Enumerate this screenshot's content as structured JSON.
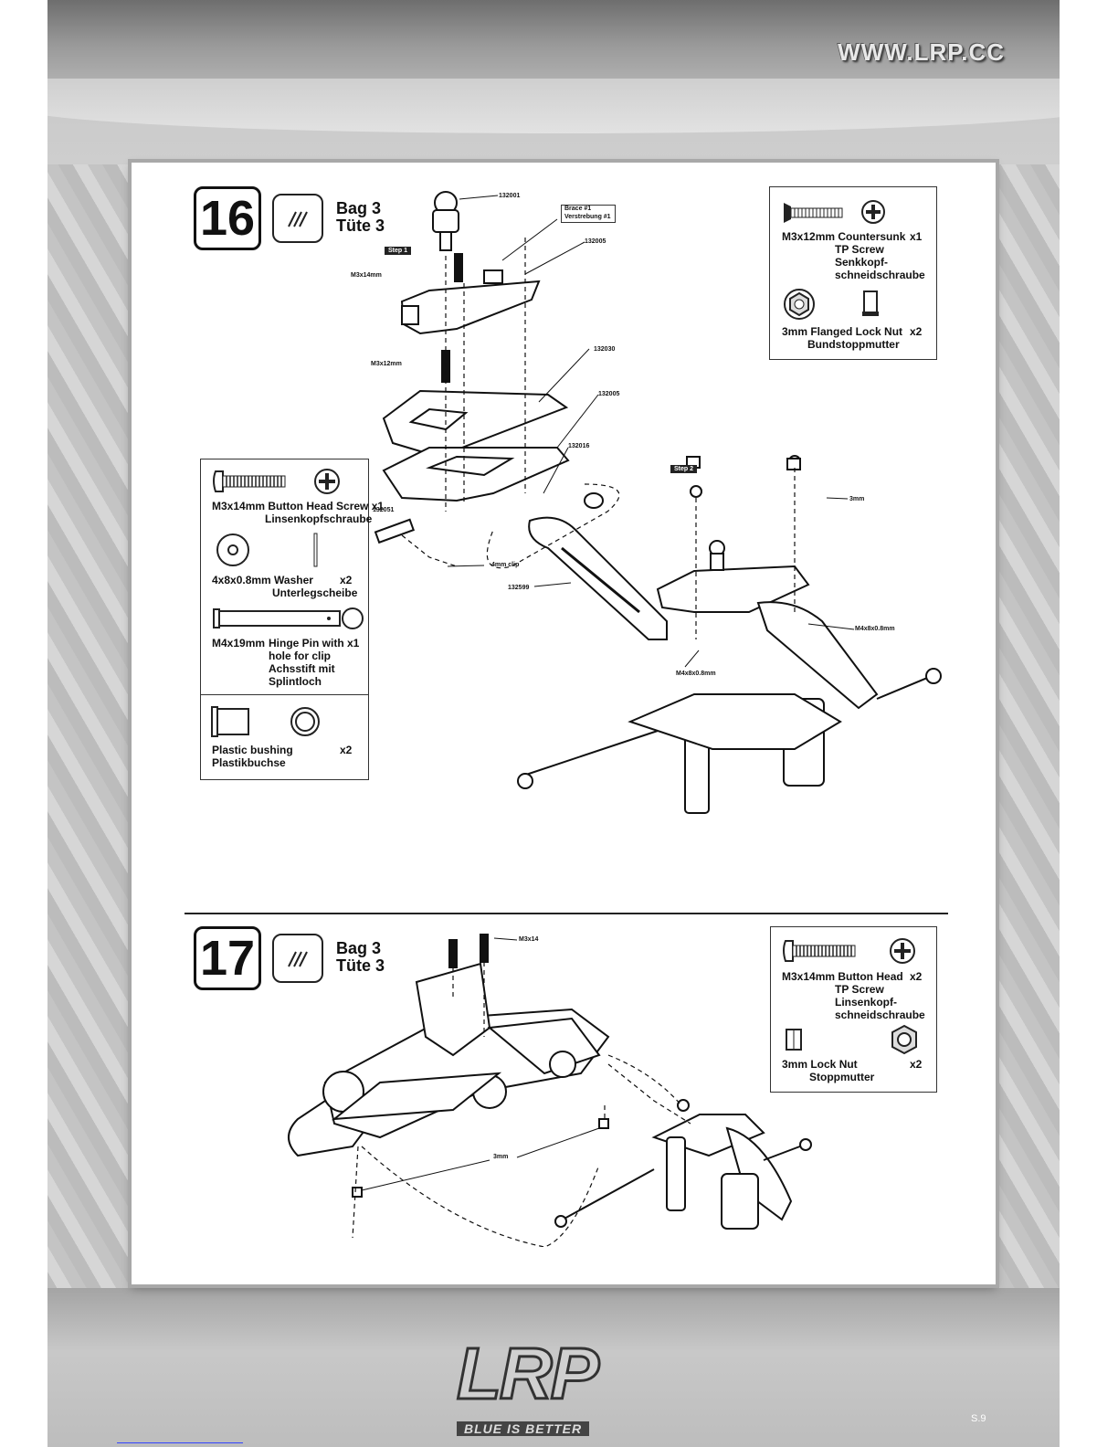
{
  "header": {
    "url": "WWW.LRP.CC"
  },
  "step16": {
    "number": "16",
    "bag": "Bag 3",
    "tute": "Tüte 3",
    "step1_tag": "Step 1",
    "step2_tag": "Step 2",
    "brace_label1": "Brace #1",
    "brace_label2": "Verstrebung #1",
    "part_labels": {
      "p132001": "132001",
      "p132005a": "132005",
      "p132030": "132030",
      "p132005b": "132005",
      "p132016": "132016",
      "p132051": "132051",
      "p132599": "132599",
      "m3x14": "M3x14mm",
      "m3x12": "M3x12mm",
      "clip": "4mm clip",
      "nut3mm": "3mm",
      "washer_r": "M4x8x0.8mm",
      "washer_l": "M4x8x0.8mm"
    },
    "parts_top": {
      "screw_name": "M3x12mm Countersunk",
      "screw_qty": "x1",
      "screw_l2": "TP Screw",
      "screw_l3": "Senkkopf-",
      "screw_l4": "schneidschraube",
      "nut_name": "3mm Flanged Lock Nut",
      "nut_qty": "x2",
      "nut_l2": "Bundstoppmutter"
    },
    "parts_left": {
      "screw_name": "M3x14mm Button Head Screw x1",
      "screw_l2": "Linsenkopfschraube",
      "washer_name": "4x8x0.8mm Washer",
      "washer_qty": "x2",
      "washer_l2": "Unterlegscheibe",
      "pin_name": "M4x19mm",
      "pin_desc": "Hinge Pin with x1",
      "pin_l2": "hole for clip",
      "pin_l3": "Achsstift mit",
      "pin_l4": "Splintloch",
      "bush_name": "Plastic bushing",
      "bush_qty": "x2",
      "bush_l2": "Plastikbuchse"
    }
  },
  "step17": {
    "number": "17",
    "bag": "Bag 3",
    "tute": "Tüte 3",
    "part_labels": {
      "m3x14": "M3x14",
      "nut3mm": "3mm"
    },
    "parts": {
      "screw_name": "M3x14mm Button Head",
      "screw_qty": "x2",
      "screw_l2": "TP Screw",
      "screw_l3": "Linsenkopf-",
      "screw_l4": "schneidschraube",
      "nut_name": "3mm Lock Nut",
      "nut_qty": "x2",
      "nut_l2": "Stoppmutter"
    }
  },
  "footer": {
    "logo": "LRP",
    "slogan": "BLUE IS BETTER",
    "page": "S.9"
  }
}
